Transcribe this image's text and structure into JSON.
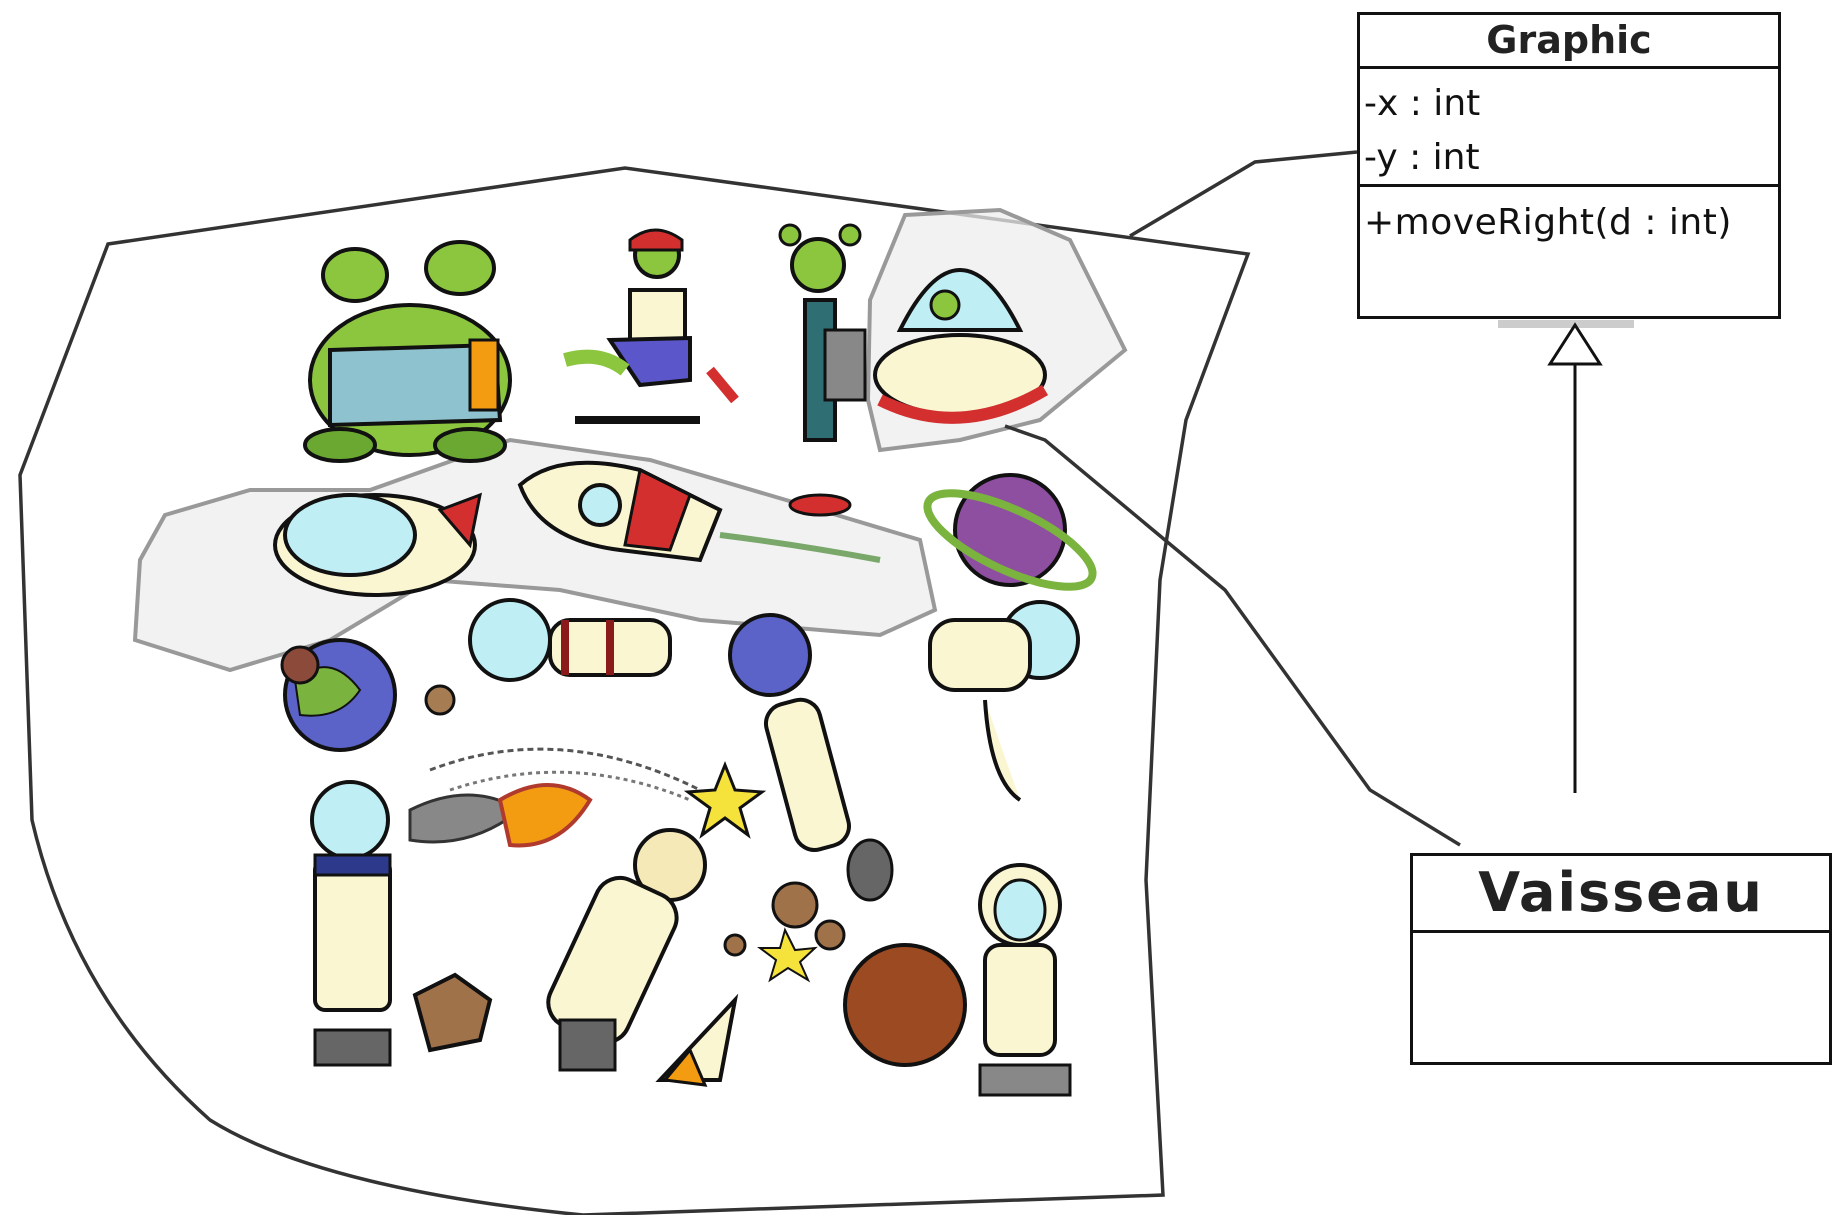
{
  "diagram": {
    "graphic_class": {
      "name": "Graphic",
      "attributes": [
        "-x : int",
        "-y : int"
      ],
      "operations": [
        "+moveRight(d : int)"
      ]
    },
    "vaisseau_class": {
      "name": "Vaisseau"
    },
    "relationship": "generalization",
    "colors": {
      "line": "#333333",
      "highlight_fill": "#eeeeee",
      "highlight_stroke": "#999999",
      "alien_green": "#8cc63f",
      "astronaut_suit": "#fbf6d2",
      "suit_red": "#8b1a1a",
      "planet_purple": "#8e4fa0",
      "glass_cyan": "#bfeff5"
    }
  }
}
